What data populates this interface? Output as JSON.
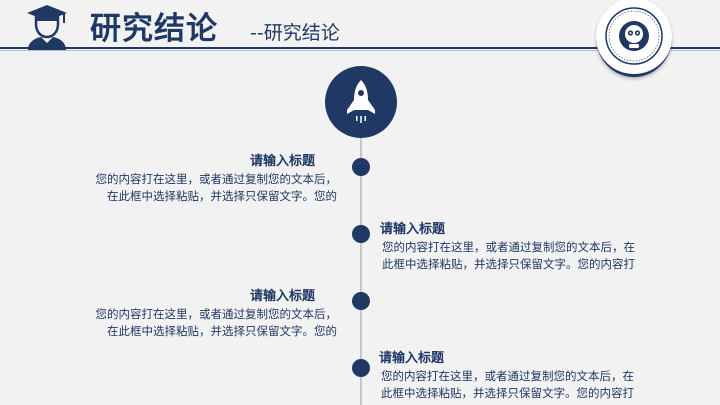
{
  "header": {
    "title": "研究结论",
    "subtitle": "--研究结论",
    "icon": "graduate-icon",
    "logo": "university-seal-logo"
  },
  "colors": {
    "primary": "#1f3864",
    "background": "#f2f2f2",
    "timeline": "#c7c7c7"
  },
  "timeline": {
    "top_icon": "rocket-icon",
    "items": [
      {
        "side": "left",
        "title": "请输入标题",
        "line1": "您的内容打在这里，或者通过复制您的文本后，",
        "line2": "在此框中选择粘贴，并选择只保留文字。您的"
      },
      {
        "side": "right",
        "title": "请输入标题",
        "line1": "您的内容打在这里，或者通过复制您的文本后，在",
        "line2": "此框中选择粘贴，并选择只保留文字。您的内容打"
      },
      {
        "side": "left",
        "title": "请输入标题",
        "line1": "您的内容打在这里，或者通过复制您的文本后，",
        "line2": "在此框中选择粘贴，并选择只保留文字。您的"
      },
      {
        "side": "right",
        "title": "请输入标题",
        "line1": "您的内容打在这里，或者通过复制您的文本后，在",
        "line2": "此框中选择粘贴，并选择只保留文字。您的内容打"
      }
    ]
  }
}
